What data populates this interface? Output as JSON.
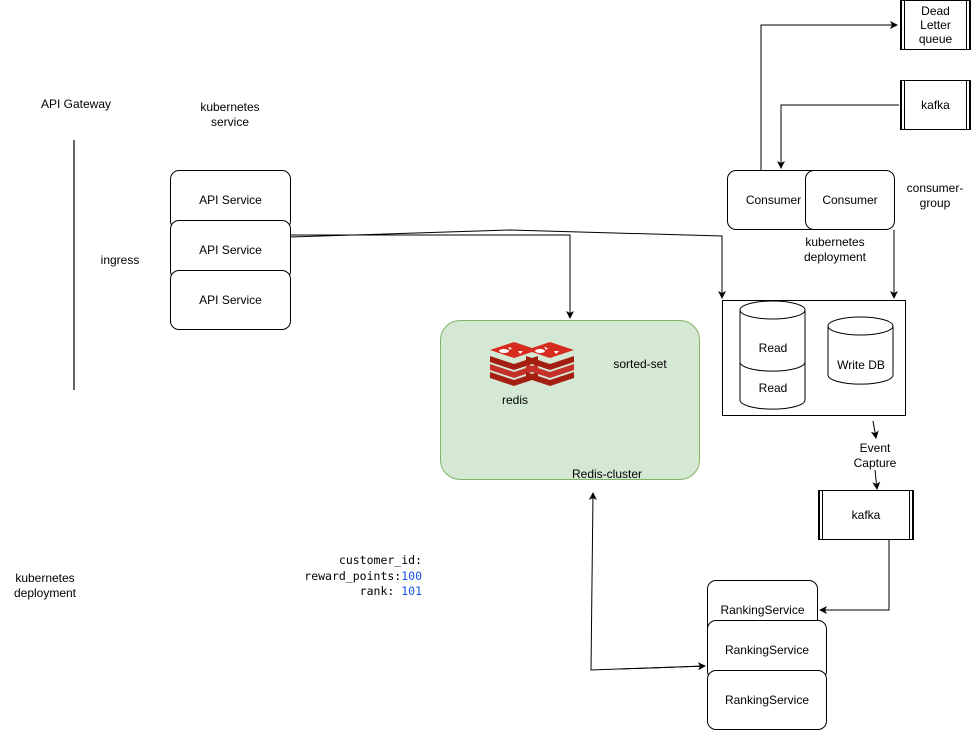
{
  "labels": {
    "api_gateway": "API Gateway",
    "k8s_service": [
      "kubernetes",
      "service"
    ],
    "ingress": "ingress",
    "k8s_deployment_left": [
      "kubernetes",
      "deployment"
    ],
    "k8s_deployment_right": [
      "kubernetes",
      "deployment"
    ],
    "consumer_group": [
      "consumer-",
      "group"
    ],
    "sorted_set": "sorted-set",
    "redis": "redis",
    "redis_cluster": "Redis-cluster",
    "event_capture": [
      "Event",
      "Capture"
    ]
  },
  "api_services": [
    "API Service",
    "API Service",
    "API Service"
  ],
  "consumers": [
    "Consumer",
    "Consumer"
  ],
  "queues": {
    "dead_letter": [
      "Dead",
      "Letter",
      "queue"
    ],
    "kafka_top": "kafka",
    "kafka_bottom": "kafka"
  },
  "db": {
    "read_1": "Read",
    "read_2": "Read",
    "write": "Write DB"
  },
  "ranking_services": [
    "RankingService",
    "RankingService",
    "RankingService"
  ],
  "code_sample": {
    "line1_key": "customer_id:",
    "line2_key": "reward_points:",
    "line2_val": "100",
    "line3_key": "rank: ",
    "line3_val": "101"
  },
  "colors": {
    "cluster_fill": "#d5e8d4",
    "cluster_border": "#82b366",
    "redis_red": "#c6302b",
    "number_blue": "#1750eb"
  }
}
